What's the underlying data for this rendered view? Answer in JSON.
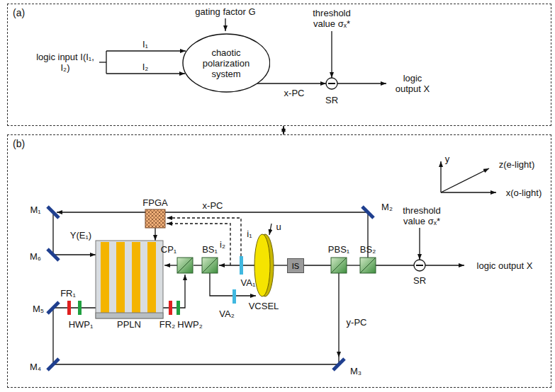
{
  "diagram": {
    "nodes": [
      {
        "text": [
          "(a)"
        ]
      },
      {
        "text": [
          "chaotic polarization system"
        ],
        "in": 0
      },
      {
        "text": [
          "(b)"
        ]
      },
      {
        "text": [
          "IS"
        ],
        "in": 2
      }
    ],
    "edges": [
      {
        "from": 0,
        "to": 2,
        "arrow": "both"
      }
    ],
    "labels": [
      "gating factor G",
      "logic input I(I₁, I₂)",
      "I₁",
      "I₂",
      "x-PC",
      "threshold value σₓ*",
      "SR",
      "logic output X",
      "y",
      "z(e-light)",
      "x(o-light)",
      "x-PC",
      "M₁",
      "M₂",
      "threshold value σₓ*",
      "FPGA",
      "Y(E₁)",
      "i₁",
      "i₂",
      "CP₁",
      "BS₁",
      "u",
      "VCSEL",
      "PBS₁",
      "BS₂",
      "SR",
      "logic output X",
      "M₆",
      "FR₁",
      "M₅",
      "HWP₁",
      "PPLN",
      "FR₂",
      "HWP₂",
      "VA₂",
      "VA₁",
      "y-PC",
      "M₃",
      "M₄"
    ]
  }
}
